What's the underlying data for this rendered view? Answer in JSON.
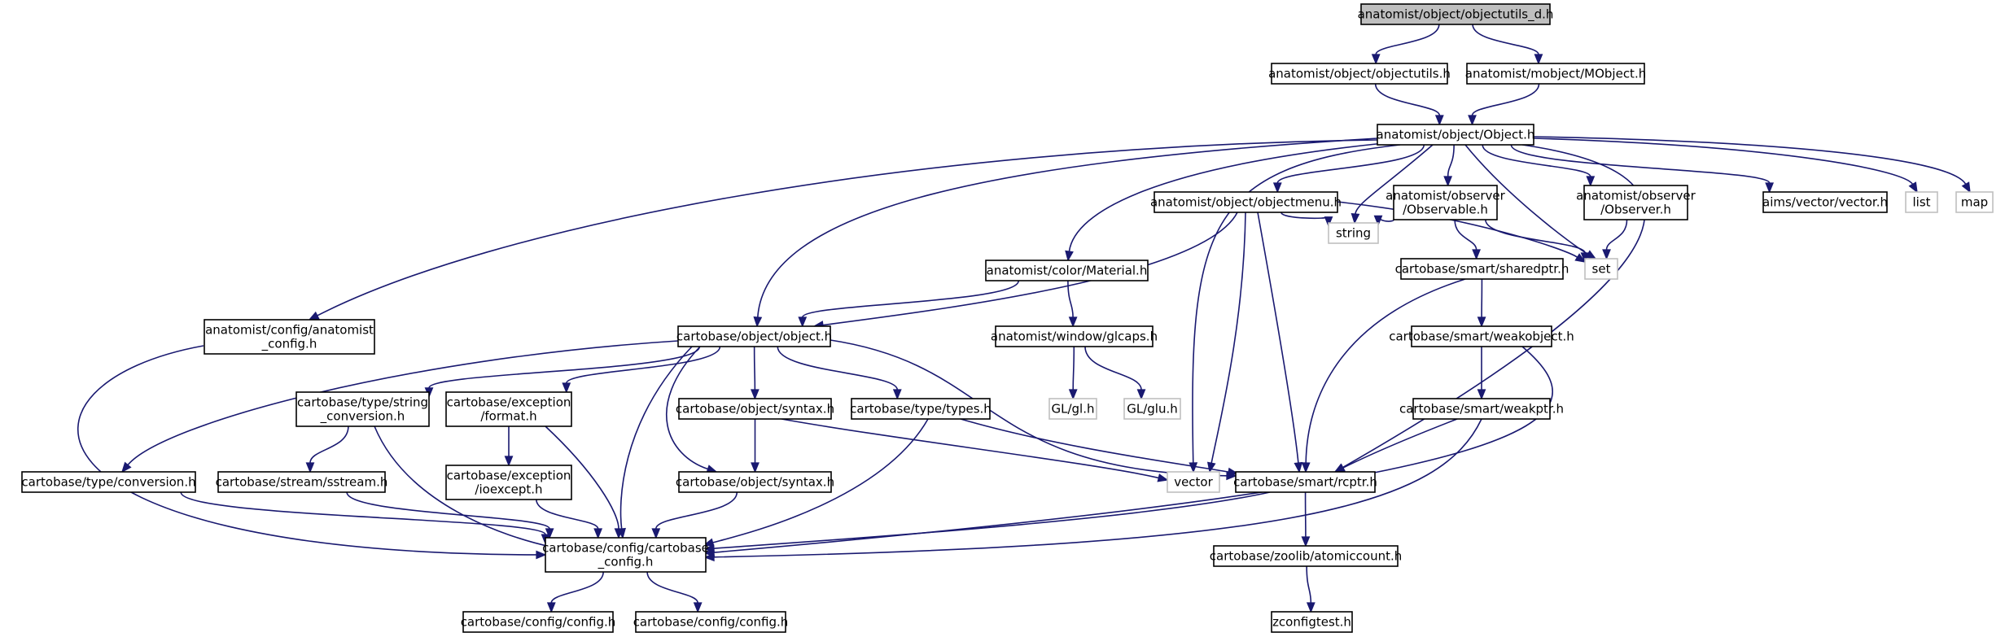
{
  "colors": {
    "edge": "#191970",
    "node_border": "#000000",
    "node_fill": "#ffffff",
    "root_fill": "#bfbfbf",
    "external_border": "#bfbfbf",
    "text": "#000000"
  },
  "nodes": [
    {
      "id": "n_root",
      "label": [
        "anatomist/object/objectutils_d.h"
      ],
      "style": "root"
    },
    {
      "id": "n_objectutils",
      "label": [
        "anatomist/object/objectutils.h"
      ],
      "style": "normal"
    },
    {
      "id": "n_mobject",
      "label": [
        "anatomist/mobject/MObject.h"
      ],
      "style": "normal"
    },
    {
      "id": "n_Object",
      "label": [
        "anatomist/object/Object.h"
      ],
      "style": "normal"
    },
    {
      "id": "n_anaconfig",
      "label": [
        "anatomist/config/anatomist",
        "_config.h"
      ],
      "style": "normal"
    },
    {
      "id": "n_material",
      "label": [
        "anatomist/color/Material.h"
      ],
      "style": "normal"
    },
    {
      "id": "n_objectmenu",
      "label": [
        "anatomist/object/objectmenu.h"
      ],
      "style": "normal"
    },
    {
      "id": "n_observable",
      "label": [
        "anatomist/observer",
        "/Observable.h"
      ],
      "style": "normal"
    },
    {
      "id": "n_observer",
      "label": [
        "anatomist/observer",
        "/Observer.h"
      ],
      "style": "normal"
    },
    {
      "id": "n_aimsvector",
      "label": [
        "aims/vector/vector.h"
      ],
      "style": "normal"
    },
    {
      "id": "n_list",
      "label": [
        "list"
      ],
      "style": "external"
    },
    {
      "id": "n_map",
      "label": [
        "map"
      ],
      "style": "external"
    },
    {
      "id": "n_string",
      "label": [
        "string"
      ],
      "style": "external"
    },
    {
      "id": "n_set",
      "label": [
        "set"
      ],
      "style": "external"
    },
    {
      "id": "n_sharedptr",
      "label": [
        "cartobase/smart/sharedptr.h"
      ],
      "style": "normal"
    },
    {
      "id": "n_cbobject",
      "label": [
        "cartobase/object/object.h"
      ],
      "style": "normal"
    },
    {
      "id": "n_glcaps",
      "label": [
        "anatomist/window/glcaps.h"
      ],
      "style": "normal"
    },
    {
      "id": "n_weakobject",
      "label": [
        "cartobase/smart/weakobject.h"
      ],
      "style": "normal"
    },
    {
      "id": "n_glh",
      "label": [
        "GL/gl.h"
      ],
      "style": "external"
    },
    {
      "id": "n_gluh",
      "label": [
        "GL/glu.h"
      ],
      "style": "external"
    },
    {
      "id": "n_strconv",
      "label": [
        "cartobase/type/string",
        "_conversion.h"
      ],
      "style": "normal"
    },
    {
      "id": "n_format",
      "label": [
        "cartobase/exception",
        "/format.h"
      ],
      "style": "normal"
    },
    {
      "id": "n_syntax1",
      "label": [
        "cartobase/object/syntax.h"
      ],
      "style": "normal"
    },
    {
      "id": "n_types",
      "label": [
        "cartobase/type/types.h"
      ],
      "style": "normal"
    },
    {
      "id": "n_weakptr",
      "label": [
        "cartobase/smart/weakptr.h"
      ],
      "style": "normal"
    },
    {
      "id": "n_conversion",
      "label": [
        "cartobase/type/conversion.h"
      ],
      "style": "normal"
    },
    {
      "id": "n_sstream",
      "label": [
        "cartobase/stream/sstream.h"
      ],
      "style": "normal"
    },
    {
      "id": "n_ioexcept",
      "label": [
        "cartobase/exception",
        "/ioexcept.h"
      ],
      "style": "normal"
    },
    {
      "id": "n_syntax2",
      "label": [
        "cartobase/object/syntax.h"
      ],
      "style": "normal"
    },
    {
      "id": "n_vector",
      "label": [
        "vector"
      ],
      "style": "external"
    },
    {
      "id": "n_rcptr",
      "label": [
        "cartobase/smart/rcptr.h"
      ],
      "style": "normal"
    },
    {
      "id": "n_cbconfig",
      "label": [
        "cartobase/config/cartobase",
        "_config.h"
      ],
      "style": "normal"
    },
    {
      "id": "n_atomiccount",
      "label": [
        "cartobase/zoolib/atomiccount.h"
      ],
      "style": "normal"
    },
    {
      "id": "n_config1",
      "label": [
        "cartobase/config/config.h"
      ],
      "style": "normal"
    },
    {
      "id": "n_config2",
      "label": [
        "cartobase/config/config.h"
      ],
      "style": "normal"
    },
    {
      "id": "n_zconfigtest",
      "label": [
        "zconfigtest.h"
      ],
      "style": "normal"
    }
  ],
  "edges": [
    [
      "n_root",
      "n_objectutils"
    ],
    [
      "n_root",
      "n_mobject"
    ],
    [
      "n_objectutils",
      "n_Object"
    ],
    [
      "n_mobject",
      "n_Object"
    ],
    [
      "n_Object",
      "n_anaconfig"
    ],
    [
      "n_Object",
      "n_material"
    ],
    [
      "n_Object",
      "n_objectmenu"
    ],
    [
      "n_Object",
      "n_observable"
    ],
    [
      "n_Object",
      "n_observer"
    ],
    [
      "n_Object",
      "n_aimsvector"
    ],
    [
      "n_Object",
      "n_list"
    ],
    [
      "n_Object",
      "n_map"
    ],
    [
      "n_Object",
      "n_string"
    ],
    [
      "n_Object",
      "n_set"
    ],
    [
      "n_Object",
      "n_cbobject"
    ],
    [
      "n_Object",
      "n_vector"
    ],
    [
      "n_Object",
      "n_rcptr"
    ],
    [
      "n_anaconfig",
      "n_cbconfig"
    ],
    [
      "n_material",
      "n_cbobject"
    ],
    [
      "n_material",
      "n_glcaps"
    ],
    [
      "n_objectmenu",
      "n_string"
    ],
    [
      "n_objectmenu",
      "n_set"
    ],
    [
      "n_objectmenu",
      "n_cbobject"
    ],
    [
      "n_objectmenu",
      "n_vector"
    ],
    [
      "n_objectmenu",
      "n_rcptr"
    ],
    [
      "n_observable",
      "n_string"
    ],
    [
      "n_observable",
      "n_set"
    ],
    [
      "n_observable",
      "n_sharedptr"
    ],
    [
      "n_observer",
      "n_set"
    ],
    [
      "n_sharedptr",
      "n_weakobject"
    ],
    [
      "n_sharedptr",
      "n_rcptr"
    ],
    [
      "n_glcaps",
      "n_glh"
    ],
    [
      "n_glcaps",
      "n_gluh"
    ],
    [
      "n_weakobject",
      "n_weakptr"
    ],
    [
      "n_weakobject",
      "n_cbconfig"
    ],
    [
      "n_weakptr",
      "n_rcptr"
    ],
    [
      "n_weakptr",
      "n_cbconfig"
    ],
    [
      "n_cbobject",
      "n_conversion"
    ],
    [
      "n_cbobject",
      "n_strconv"
    ],
    [
      "n_cbobject",
      "n_format"
    ],
    [
      "n_cbobject",
      "n_syntax1"
    ],
    [
      "n_cbobject",
      "n_types"
    ],
    [
      "n_cbobject",
      "n_syntax2"
    ],
    [
      "n_cbobject",
      "n_cbconfig"
    ],
    [
      "n_cbobject",
      "n_rcptr"
    ],
    [
      "n_strconv",
      "n_sstream"
    ],
    [
      "n_strconv",
      "n_cbconfig"
    ],
    [
      "n_format",
      "n_ioexcept"
    ],
    [
      "n_format",
      "n_cbconfig"
    ],
    [
      "n_syntax1",
      "n_syntax2"
    ],
    [
      "n_syntax1",
      "n_vector"
    ],
    [
      "n_types",
      "n_rcptr"
    ],
    [
      "n_types",
      "n_cbconfig"
    ],
    [
      "n_conversion",
      "n_cbconfig"
    ],
    [
      "n_sstream",
      "n_cbconfig"
    ],
    [
      "n_ioexcept",
      "n_cbconfig"
    ],
    [
      "n_syntax2",
      "n_cbconfig"
    ],
    [
      "n_rcptr",
      "n_cbconfig"
    ],
    [
      "n_rcptr",
      "n_atomiccount"
    ],
    [
      "n_cbconfig",
      "n_config1"
    ],
    [
      "n_cbconfig",
      "n_config2"
    ],
    [
      "n_atomiccount",
      "n_zconfigtest"
    ]
  ]
}
